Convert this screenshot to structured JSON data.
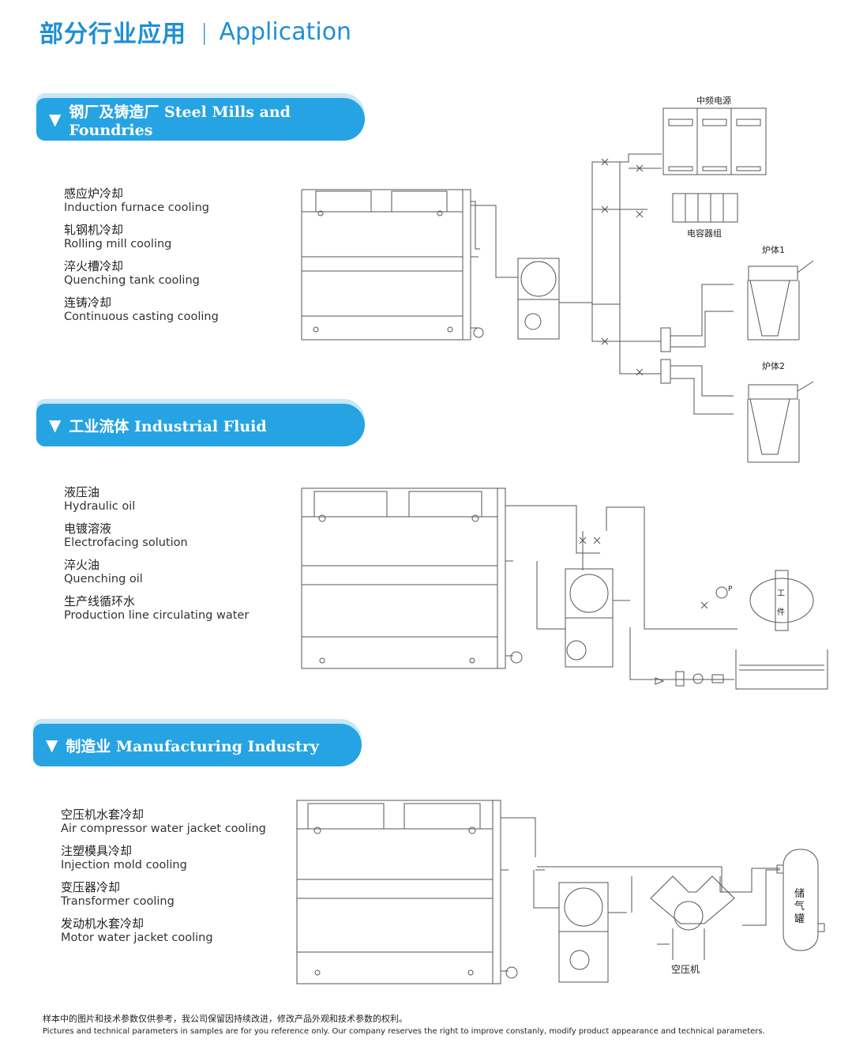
{
  "header": {
    "title_cn": "部分行业应用",
    "separator": "|",
    "title_en": "Application"
  },
  "sections": [
    {
      "banner": "钢厂及铸造厂 Steel Mills and Foundries",
      "items": [
        {
          "cn": "感应炉冷却",
          "en": "Induction furnace cooling"
        },
        {
          "cn": "轧钢机冷却",
          "en": "Rolling mill cooling"
        },
        {
          "cn": "淬火槽冷却",
          "en": "Quenching tank cooling"
        },
        {
          "cn": "连铸冷却",
          "en": "Continuous casting cooling"
        }
      ],
      "diagram_labels": {
        "power": "中频电源",
        "capacitor": "电容器组",
        "furnace1": "炉体1",
        "furnace2": "炉体2"
      }
    },
    {
      "banner": "工业流体 Industrial Fluid",
      "items": [
        {
          "cn": "液压油",
          "en": "Hydraulic oil"
        },
        {
          "cn": "电镀溶液",
          "en": "Electrofacing solution"
        },
        {
          "cn": "淬火油",
          "en": "Quenching oil"
        },
        {
          "cn": "生产线循环水",
          "en": "Production line circulating water"
        }
      ],
      "diagram_labels": {
        "workpiece_a": "工",
        "workpiece_b": "件",
        "gauge": "P"
      }
    },
    {
      "banner": "制造业 Manufacturing Industry",
      "items": [
        {
          "cn": "空压机水套冷却",
          "en": "Air compressor water jacket cooling"
        },
        {
          "cn": "注塑模具冷却",
          "en": "Injection mold cooling"
        },
        {
          "cn": "变压器冷却",
          "en": "Transformer cooling"
        },
        {
          "cn": "发动机水套冷却",
          "en": "Motor water jacket cooling"
        }
      ],
      "diagram_labels": {
        "compressor": "空压机",
        "tank_a": "储",
        "tank_b": "气",
        "tank_c": "罐"
      }
    }
  ],
  "footer": {
    "cn": "样本中的图片和技术参数仅供参考，我公司保留因持续改进，修改产品外观和技术参数的权利。",
    "en": "Pictures and technical parameters in samples are for you reference only. Our company reserves the right to improve constanly, modify product appearance and technical parameters."
  }
}
